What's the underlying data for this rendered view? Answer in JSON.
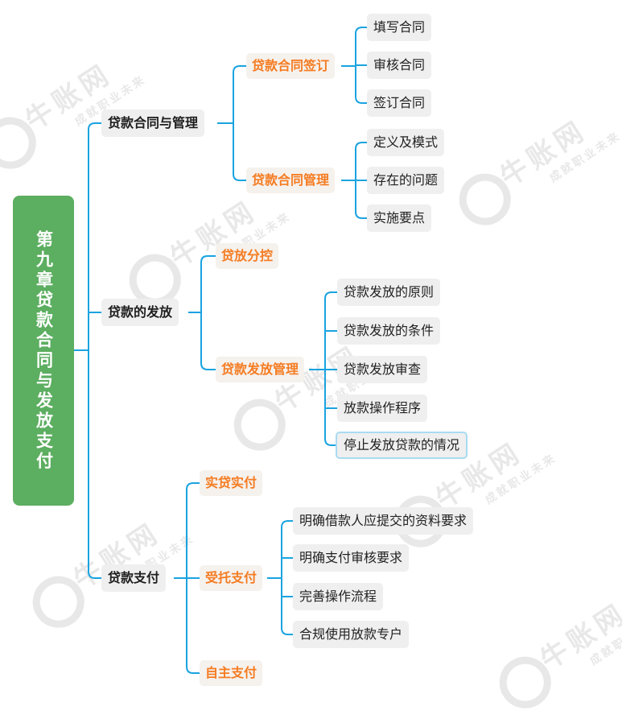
{
  "root": {
    "label": "第九章贷款合同与发放支付"
  },
  "watermark": {
    "brand": "牛账网",
    "slogan": "成就职业未来"
  },
  "colors": {
    "root_bg": "#5cae60",
    "accent": "#f57c22",
    "line": "#1aa3e0"
  },
  "branches": [
    {
      "label": "贷款合同与管理",
      "children": [
        {
          "label": "贷款合同签订",
          "children": [
            "填写合同",
            "审核合同",
            "签订合同"
          ]
        },
        {
          "label": "贷款合同管理",
          "children": [
            "定义及模式",
            "存在的问题",
            "实施要点"
          ]
        }
      ]
    },
    {
      "label": "贷款的发放",
      "children": [
        {
          "label": "贷放分控",
          "children": []
        },
        {
          "label": "贷款发放管理",
          "children": [
            "贷款发放的原则",
            "贷款发放的条件",
            "贷款发放审查",
            "放款操作程序",
            "停止发放贷款的情况"
          ]
        }
      ]
    },
    {
      "label": "贷款支付",
      "children": [
        {
          "label": "实贷实付",
          "children": []
        },
        {
          "label": "受托支付",
          "children": [
            "明确借款人应提交的资料要求",
            "明确支付审核要求",
            "完善操作流程",
            "合规使用放款专户"
          ]
        },
        {
          "label": "自主支付",
          "children": []
        }
      ]
    }
  ]
}
